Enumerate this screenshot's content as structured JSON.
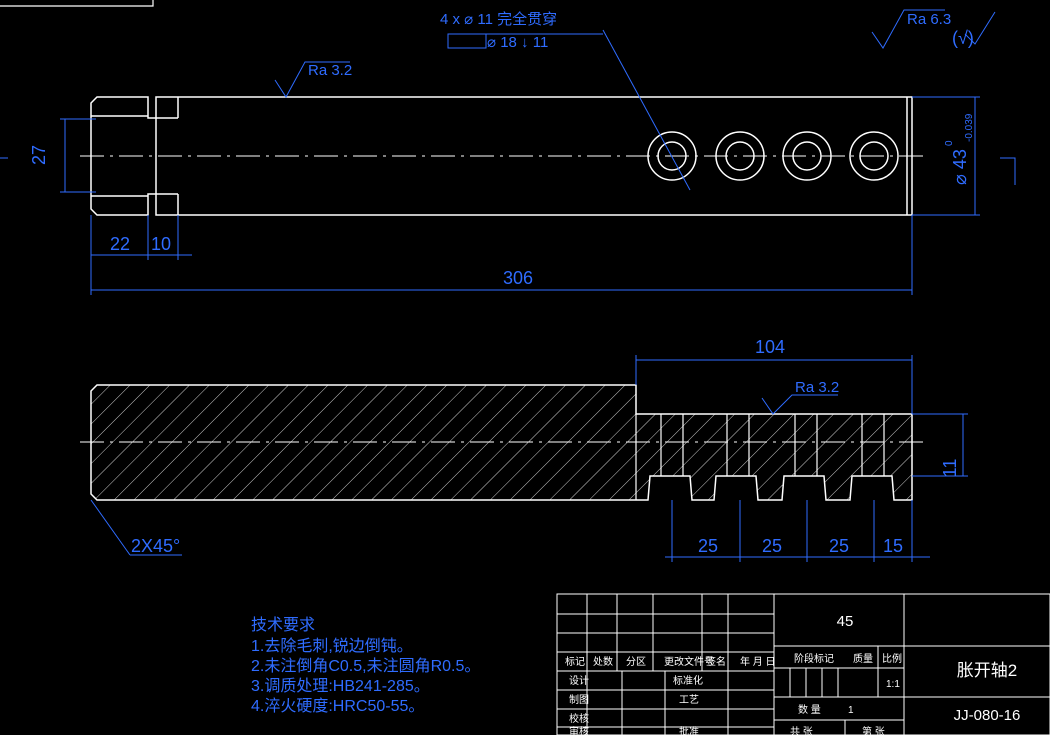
{
  "drawing": {
    "top_view": {
      "hole_note": "4 x ⌀  11 完全贯穿",
      "counterbore_note": "⌀  18  ↓ 11",
      "roughness_label": "Ra 3.2",
      "dim_left_height": "27",
      "dim_diameter": "⌀ 43",
      "dim_diameter_tol_upper": "0",
      "dim_diameter_tol_lower": "-0.039",
      "dim_22": "22",
      "dim_10": "10",
      "dim_306": "306"
    },
    "section_view": {
      "dim_104": "104",
      "roughness_label": "Ra 3.2",
      "dim_11": "11",
      "chamfer": "2X45°",
      "dim_pitch_1": "25",
      "dim_pitch_2": "25",
      "dim_pitch_3": "25",
      "dim_end": "15"
    },
    "general_roughness": {
      "label": "Ra 6.3",
      "suffix": "(√)"
    },
    "requirements": {
      "title": "技术要求",
      "items": [
        "1.去除毛刺,锐边倒钝。",
        "2.未注倒角C0.5,未注圆角R0.5。",
        "3.调质处理:HB241-285。",
        "4.淬火硬度:HRC50-55。"
      ]
    },
    "title_block": {
      "material": "45",
      "part_name": "胀开轴2",
      "drawing_number": "JJ-080-16",
      "hdr_mark": "标记",
      "hdr_count": "处数",
      "hdr_zone": "分区",
      "hdr_change_doc": "更改文件号",
      "hdr_sign": "签名",
      "hdr_date": "年 月 日",
      "lbl_design": "设计",
      "lbl_draw": "制图",
      "lbl_check": "校核",
      "lbl_audit": "审核",
      "lbl_standard": "标准化",
      "lbl_process": "工艺",
      "lbl_approve": "批准",
      "lbl_stage": "阶段标记",
      "lbl_weight": "质量",
      "lbl_scale": "比例",
      "scale_value": "1:1",
      "lbl_qty": "数  量",
      "qty_value": "1",
      "lbl_sheets": "共 张",
      "lbl_sheet": "第 张"
    }
  },
  "colors": {
    "background": "#000000",
    "outline": "#ffffff",
    "dimension": "#2f6cff"
  }
}
